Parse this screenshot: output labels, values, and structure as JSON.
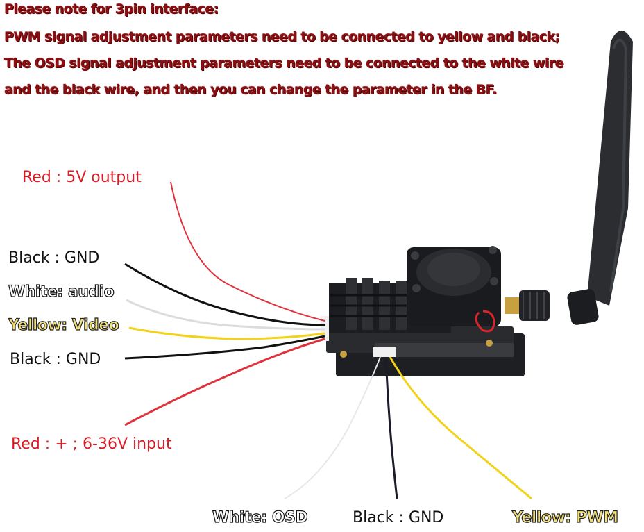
{
  "note": {
    "lines": [
      "Please note for 3pin interface:",
      "PWM signal adjustment parameters need to be connected to yellow and black;",
      "The OSD signal adjustment parameters need to be connected to the white wire",
      " and the black wire, and then you can change the parameter in the BF."
    ],
    "color": "#8a0f12"
  },
  "labels": {
    "red_5v": "Red : 5V output",
    "black_gnd_top": "Black :  GND",
    "white_audio": "White: audio",
    "yellow_video": "Yellow: Video",
    "black_gnd_mid": "Black :  GND",
    "red_input": "Red : +  ; 6-36V input",
    "white_osd": "White: OSD",
    "black_gnd_bottom": "Black :  GND",
    "yellow_pwm": "Yellow: PWM"
  },
  "colors": {
    "wire_red": "#e0323c",
    "wire_black": "#111111",
    "wire_white": "#e8e8e8",
    "wire_yellow": "#f2d21a",
    "device_body": "#1e1f22",
    "antenna": "#2b2d30"
  }
}
